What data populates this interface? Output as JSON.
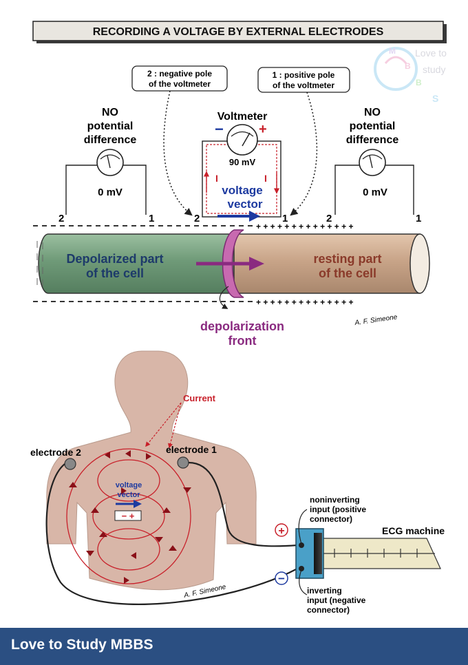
{
  "title": "RECORDING A VOLTAGE BY EXTERNAL ELECTRODES",
  "watermark": {
    "line1": "Love to",
    "line2": "study",
    "letters": [
      "M",
      "B",
      "B",
      "S"
    ]
  },
  "callouts": {
    "negative_pole": [
      "2 : negative pole",
      "of the voltmeter"
    ],
    "positive_pole": [
      "1 : positive pole",
      "of the voltmeter"
    ]
  },
  "left_meter": {
    "label": [
      "NO",
      "potential",
      "difference"
    ],
    "value": "0 mV",
    "term_left": "2",
    "term_right": "1"
  },
  "center_meter": {
    "label": "Voltmeter",
    "value": "90 mV",
    "minus": "−",
    "plus": "+",
    "current": "I",
    "term_left": "2",
    "term_right": "1",
    "vector": [
      "voltage",
      "vector"
    ]
  },
  "right_meter": {
    "label": [
      "NO",
      "potential",
      "difference"
    ],
    "value": "0 mV",
    "term_left": "2",
    "term_right": "1"
  },
  "cell": {
    "depolarized": [
      "Depolarized part",
      "of the cell"
    ],
    "resting": [
      "resting part",
      "of the cell"
    ],
    "front": [
      "depolarization",
      "front"
    ],
    "plus_row": "+ + + + + + + + + + + + + +"
  },
  "signature": "A. F. Simeone",
  "body": {
    "current": "Current",
    "electrode1": "electrode 1",
    "electrode2": "electrode 2",
    "vector": [
      "voltage",
      "vector"
    ],
    "dipole": "− +"
  },
  "ecg": {
    "title": "ECG machine",
    "noninverting": [
      "noninverting",
      "input (positive",
      "connector)"
    ],
    "inverting": [
      "inverting",
      "input (negative",
      "connector)"
    ],
    "plus": "+",
    "minus": "−"
  },
  "footer": "Love to Study MBBS",
  "colors": {
    "red": "#c8202a",
    "blue": "#1d3aa0",
    "green": "#6f9a78",
    "tan": "#c8a488",
    "pink": "#c86ab0",
    "purple": "#8a2a80",
    "skin": "#d8b6a8",
    "footer": "#2b4f82"
  }
}
